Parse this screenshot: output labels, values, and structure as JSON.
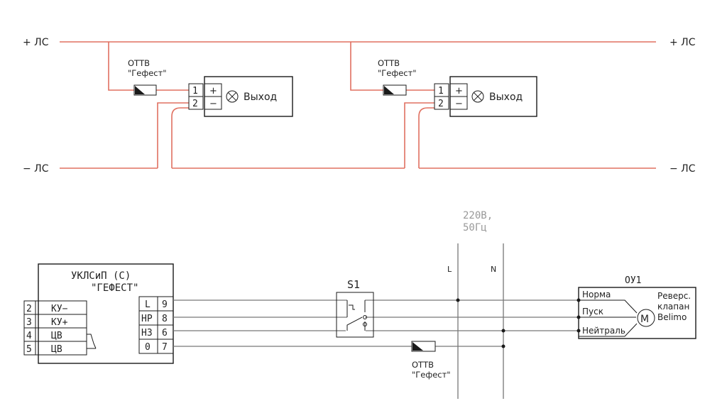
{
  "top_circuit": {
    "plus_line_label": "+ ЛС",
    "minus_line_label": "− ЛС",
    "units": [
      {
        "sensor_line1": "ОТТВ",
        "sensor_line2": "\"Гефест\"",
        "terminal_1": "1",
        "terminal_2": "2",
        "plus_sign": "+",
        "minus_sign": "−",
        "output_label": "Выход"
      },
      {
        "sensor_line1": "ОТТВ",
        "sensor_line2": "\"Гефест\"",
        "terminal_1": "1",
        "terminal_2": "2",
        "plus_sign": "+",
        "minus_sign": "−",
        "output_label": "Выход"
      }
    ]
  },
  "bottom_circuit": {
    "power_label_line1": "220В,",
    "power_label_line2": "50Гц",
    "phase_L": "L",
    "phase_N": "N",
    "controller": {
      "title_line1": "УКЛСиП (С)",
      "title_line2": "\"ГЕФЕСТ\"",
      "left_terminals": [
        {
          "num": "2",
          "name": "КУ−"
        },
        {
          "num": "3",
          "name": "КУ+"
        },
        {
          "num": "4",
          "name": "ЦВ"
        },
        {
          "num": "5",
          "name": "ЦВ"
        }
      ],
      "right_terminals": [
        {
          "name": "L",
          "num": "9"
        },
        {
          "name": "НР",
          "num": "8"
        },
        {
          "name": "НЗ",
          "num": "6"
        },
        {
          "name": "0",
          "num": "7"
        }
      ]
    },
    "switch_label": "S1",
    "sensor_line1": "ОТТВ",
    "sensor_line2": "\"Гефест\"",
    "actuator": {
      "designation": "ОУ1",
      "inputs": [
        "Норма",
        "Пуск",
        "Нейтраль"
      ],
      "description_line1": "Реверс.",
      "description_line2": "клапан",
      "description_line3": "Belimo",
      "motor_symbol": "M"
    }
  }
}
